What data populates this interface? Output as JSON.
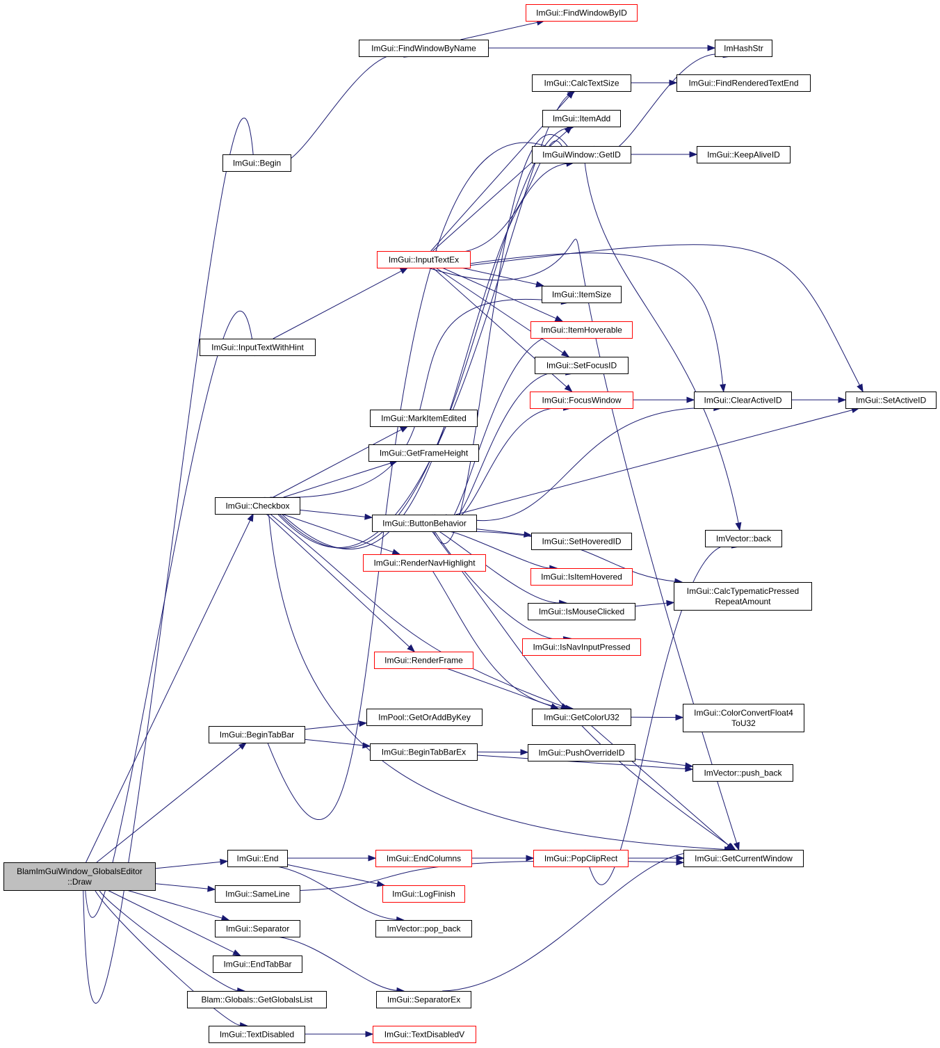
{
  "colors": {
    "edge": "#191970",
    "node_border": "#000000",
    "node_border_truncated": "#ff0000",
    "node_fill": "#ffffff",
    "root_fill": "#bfbfbf",
    "text": "#000000"
  },
  "nodes": [
    {
      "id": "draw",
      "lines": [
        "BlamImGuiWindow_GlobalsEditor",
        "::Draw"
      ],
      "root": true
    },
    {
      "id": "begin",
      "lines": [
        "ImGui::Begin"
      ]
    },
    {
      "id": "inputhint",
      "lines": [
        "ImGui::InputTextWithHint"
      ]
    },
    {
      "id": "checkbox",
      "lines": [
        "ImGui::Checkbox"
      ]
    },
    {
      "id": "begintabbar",
      "lines": [
        "ImGui::BeginTabBar"
      ]
    },
    {
      "id": "end",
      "lines": [
        "ImGui::End"
      ]
    },
    {
      "id": "sameline",
      "lines": [
        "ImGui::SameLine"
      ]
    },
    {
      "id": "separator",
      "lines": [
        "ImGui::Separator"
      ]
    },
    {
      "id": "endtabbar",
      "lines": [
        "ImGui::EndTabBar"
      ]
    },
    {
      "id": "globalslist",
      "lines": [
        "Blam::Globals::GetGlobalsList"
      ]
    },
    {
      "id": "textdisabled",
      "lines": [
        "ImGui::TextDisabled"
      ]
    },
    {
      "id": "findbyname",
      "lines": [
        "ImGui::FindWindowByName"
      ]
    },
    {
      "id": "findbyid",
      "lines": [
        "ImGui::FindWindowByID"
      ],
      "truncated": true
    },
    {
      "id": "inputtextex",
      "lines": [
        "ImGui::InputTextEx"
      ],
      "truncated": true
    },
    {
      "id": "markedited",
      "lines": [
        "ImGui::MarkItemEdited"
      ]
    },
    {
      "id": "frameheight",
      "lines": [
        "ImGui::GetFrameHeight"
      ]
    },
    {
      "id": "buttonbehavior",
      "lines": [
        "ImGui::ButtonBehavior"
      ]
    },
    {
      "id": "navhighlight",
      "lines": [
        "ImGui::RenderNavHighlight"
      ],
      "truncated": true
    },
    {
      "id": "renderframe",
      "lines": [
        "ImGui::RenderFrame"
      ],
      "truncated": true
    },
    {
      "id": "getorAdd",
      "lines": [
        "ImPool::GetOrAddByKey"
      ]
    },
    {
      "id": "begintabbarex",
      "lines": [
        "ImGui::BeginTabBarEx"
      ]
    },
    {
      "id": "endcolumns",
      "lines": [
        "ImGui::EndColumns"
      ],
      "truncated": true
    },
    {
      "id": "logfinish",
      "lines": [
        "ImGui::LogFinish"
      ],
      "truncated": true
    },
    {
      "id": "popback",
      "lines": [
        "ImVector::pop_back"
      ]
    },
    {
      "id": "separatorex",
      "lines": [
        "ImGui::SeparatorEx"
      ]
    },
    {
      "id": "textdisabledv",
      "lines": [
        "ImGui::TextDisabledV"
      ],
      "truncated": true
    },
    {
      "id": "calctextsize",
      "lines": [
        "ImGui::CalcTextSize"
      ]
    },
    {
      "id": "itemadd",
      "lines": [
        "ImGui::ItemAdd"
      ]
    },
    {
      "id": "getid",
      "lines": [
        "ImGuiWindow::GetID"
      ]
    },
    {
      "id": "itemsize",
      "lines": [
        "ImGui::ItemSize"
      ]
    },
    {
      "id": "itemhoverable",
      "lines": [
        "ImGui::ItemHoverable"
      ],
      "truncated": true
    },
    {
      "id": "setfocusid",
      "lines": [
        "ImGui::SetFocusID"
      ]
    },
    {
      "id": "focuswindow",
      "lines": [
        "ImGui::FocusWindow"
      ],
      "truncated": true
    },
    {
      "id": "sethoveredid",
      "lines": [
        "ImGui::SetHoveredID"
      ]
    },
    {
      "id": "isitemhovered",
      "lines": [
        "ImGui::IsItemHovered"
      ],
      "truncated": true
    },
    {
      "id": "ismouseclicked",
      "lines": [
        "ImGui::IsMouseClicked"
      ]
    },
    {
      "id": "isnavinput",
      "lines": [
        "ImGui::IsNavInputPressed"
      ],
      "truncated": true
    },
    {
      "id": "getcoloru32",
      "lines": [
        "ImGui::GetColorU32"
      ]
    },
    {
      "id": "pushoverride",
      "lines": [
        "ImGui::PushOverrideID"
      ]
    },
    {
      "id": "popcliprect",
      "lines": [
        "ImGui::PopClipRect"
      ],
      "truncated": true
    },
    {
      "id": "imhashstr",
      "lines": [
        "ImHashStr"
      ]
    },
    {
      "id": "findrenderedtextend",
      "lines": [
        "ImGui::FindRenderedTextEnd"
      ]
    },
    {
      "id": "keepaliveid",
      "lines": [
        "ImGui::KeepAliveID"
      ]
    },
    {
      "id": "clearactiveid",
      "lines": [
        "ImGui::ClearActiveID"
      ]
    },
    {
      "id": "setactiveid",
      "lines": [
        "ImGui::SetActiveID"
      ]
    },
    {
      "id": "vecback",
      "lines": [
        "ImVector::back"
      ]
    },
    {
      "id": "calctypematic",
      "lines": [
        "ImGui::CalcTypematicPressed",
        "RepeatAmount"
      ]
    },
    {
      "id": "colorconvert",
      "lines": [
        "ImGui::ColorConvertFloat4",
        "ToU32"
      ]
    },
    {
      "id": "pushback",
      "lines": [
        "ImVector::push_back"
      ]
    },
    {
      "id": "getcurrentwindow",
      "lines": [
        "ImGui::GetCurrentWindow"
      ]
    }
  ],
  "edges": [
    [
      "draw",
      "begin"
    ],
    [
      "draw",
      "inputhint"
    ],
    [
      "draw",
      "checkbox"
    ],
    [
      "draw",
      "begintabbar"
    ],
    [
      "draw",
      "end"
    ],
    [
      "draw",
      "sameline"
    ],
    [
      "draw",
      "separator"
    ],
    [
      "draw",
      "endtabbar"
    ],
    [
      "draw",
      "globalslist"
    ],
    [
      "draw",
      "textdisabled"
    ],
    [
      "begin",
      "findbyname"
    ],
    [
      "findbyname",
      "findbyid"
    ],
    [
      "findbyname",
      "imhashstr"
    ],
    [
      "inputhint",
      "inputtextex"
    ],
    [
      "inputtextex",
      "calctextsize"
    ],
    [
      "inputtextex",
      "itemadd"
    ],
    [
      "inputtextex",
      "getid"
    ],
    [
      "inputtextex",
      "itemsize"
    ],
    [
      "inputtextex",
      "itemhoverable"
    ],
    [
      "inputtextex",
      "setfocusid"
    ],
    [
      "inputtextex",
      "focuswindow"
    ],
    [
      "inputtextex",
      "clearactiveid"
    ],
    [
      "inputtextex",
      "setactiveid"
    ],
    [
      "inputtextex",
      "getcurrentwindow"
    ],
    [
      "checkbox",
      "calctextsize"
    ],
    [
      "checkbox",
      "itemadd"
    ],
    [
      "checkbox",
      "getid"
    ],
    [
      "checkbox",
      "markedited"
    ],
    [
      "checkbox",
      "frameheight"
    ],
    [
      "checkbox",
      "buttonbehavior"
    ],
    [
      "checkbox",
      "navhighlight"
    ],
    [
      "checkbox",
      "renderframe"
    ],
    [
      "checkbox",
      "getcoloru32"
    ],
    [
      "checkbox",
      "getcurrentwindow"
    ],
    [
      "checkbox",
      "itemsize"
    ],
    [
      "buttonbehavior",
      "getid"
    ],
    [
      "buttonbehavior",
      "itemhoverable"
    ],
    [
      "buttonbehavior",
      "setfocusid"
    ],
    [
      "buttonbehavior",
      "focuswindow"
    ],
    [
      "buttonbehavior",
      "clearactiveid"
    ],
    [
      "buttonbehavior",
      "setactiveid"
    ],
    [
      "buttonbehavior",
      "sethoveredid"
    ],
    [
      "buttonbehavior",
      "isitemhovered"
    ],
    [
      "buttonbehavior",
      "ismouseclicked"
    ],
    [
      "buttonbehavior",
      "isnavinput"
    ],
    [
      "buttonbehavior",
      "calctypematic"
    ],
    [
      "buttonbehavior",
      "getcurrentwindow"
    ],
    [
      "navhighlight",
      "getcoloru32"
    ],
    [
      "renderframe",
      "getcoloru32"
    ],
    [
      "begintabbar",
      "getorAdd"
    ],
    [
      "begintabbar",
      "begintabbarex"
    ],
    [
      "begintabbar",
      "getid"
    ],
    [
      "begintabbarex",
      "pushoverride"
    ],
    [
      "begintabbarex",
      "pushback"
    ],
    [
      "pushoverride",
      "pushback"
    ],
    [
      "end",
      "endcolumns"
    ],
    [
      "end",
      "logfinish"
    ],
    [
      "end",
      "popback"
    ],
    [
      "end",
      "popcliprect"
    ],
    [
      "endcolumns",
      "popcliprect"
    ],
    [
      "endcolumns",
      "getcurrentwindow"
    ],
    [
      "popcliprect",
      "getcurrentwindow"
    ],
    [
      "popcliprect",
      "vecback"
    ],
    [
      "sameline",
      "getcurrentwindow"
    ],
    [
      "separator",
      "separatorex"
    ],
    [
      "separatorex",
      "getcurrentwindow"
    ],
    [
      "textdisabled",
      "textdisabledv"
    ],
    [
      "calctextsize",
      "findrenderedtextend"
    ],
    [
      "getid",
      "imhashstr"
    ],
    [
      "getid",
      "keepaliveid"
    ],
    [
      "getid",
      "vecback"
    ],
    [
      "focuswindow",
      "clearactiveid"
    ],
    [
      "clearactiveid",
      "setactiveid"
    ],
    [
      "ismouseclicked",
      "calctypematic"
    ],
    [
      "getcoloru32",
      "colorconvert"
    ],
    [
      "getcoloru32",
      "getcurrentwindow"
    ]
  ]
}
